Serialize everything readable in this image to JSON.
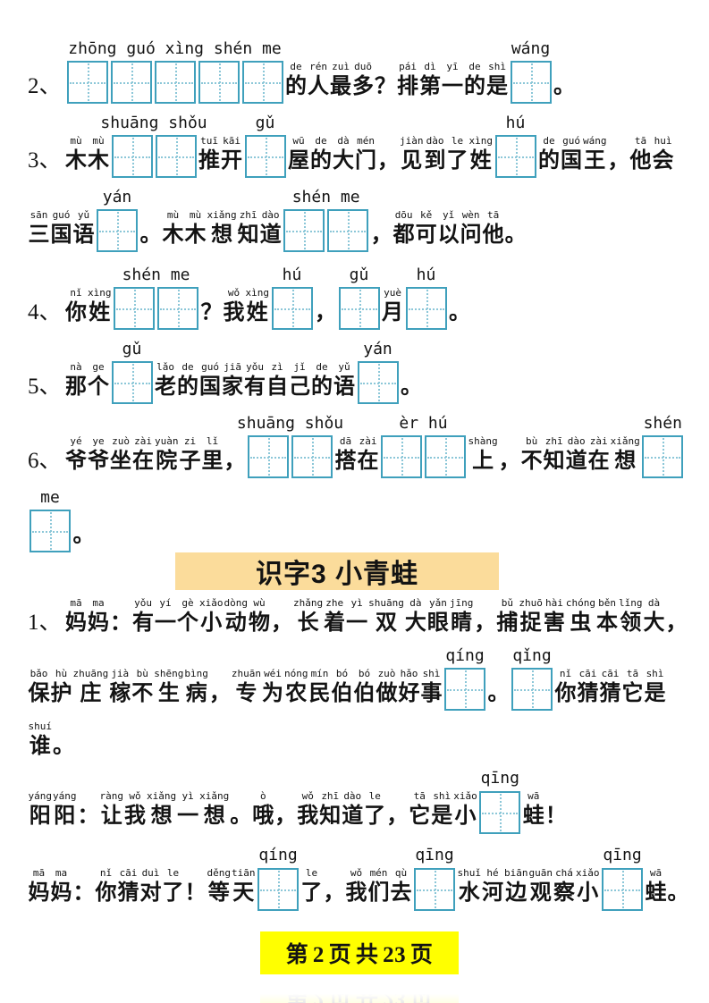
{
  "colors": {
    "box_border": "#3fa0bc",
    "box_dash": "#8cc7d8",
    "text": "#131313",
    "banner_bg": "#fbdc9b",
    "footer_bg": "#ffff00"
  },
  "banner": {
    "label": "识字3 小青蛙"
  },
  "footer": {
    "label": "第 2 页 共 23 页"
  },
  "punctuation": "，。？！：、；！（）",
  "sections": {
    "before_banner": [
      {
        "segments": [
          {
            "type": "num",
            "text": "2、"
          },
          {
            "type": "boxes",
            "count": 5,
            "pinyin": "zhōng guó xìng shén me"
          },
          {
            "type": "text",
            "text": "的人最多？排第一的是",
            "pinyin": "de rén zuì duō pái dì yī de shì"
          },
          {
            "type": "boxes",
            "count": 1,
            "pinyin": "wáng"
          },
          {
            "type": "text",
            "text": "。"
          }
        ]
      },
      {
        "segments": [
          {
            "type": "num",
            "text": "3、"
          },
          {
            "type": "text",
            "text": "木木",
            "pinyin": "mù mù"
          },
          {
            "type": "boxes",
            "count": 2,
            "pinyin": "shuāng shǒu"
          },
          {
            "type": "text",
            "text": "推开",
            "pinyin": "tuī kāi"
          },
          {
            "type": "boxes",
            "count": 1,
            "pinyin": "gǔ"
          },
          {
            "type": "text",
            "text": "屋的大门，见到了姓",
            "pinyin": "wū de dà mén jiàn dào le xìng"
          },
          {
            "type": "boxes",
            "count": 1,
            "pinyin": "hú"
          },
          {
            "type": "text",
            "text": "的国王，他会",
            "pinyin": "de guó wáng tā huì"
          }
        ]
      },
      {
        "segments": [
          {
            "type": "text",
            "text": "三国语",
            "pinyin": "sān guó yǔ"
          },
          {
            "type": "boxes",
            "count": 1,
            "pinyin": "yán"
          },
          {
            "type": "text",
            "text": "。"
          },
          {
            "type": "text",
            "text": "木木想知道",
            "pinyin": "mù mù xiǎng zhī dào"
          },
          {
            "type": "boxes",
            "count": 2,
            "pinyin": "shén me"
          },
          {
            "type": "text",
            "text": "，都可以问他。",
            "pinyin": "dōu kě yǐ wèn tā"
          }
        ]
      },
      {
        "segments": [
          {
            "type": "num",
            "text": "4、"
          },
          {
            "type": "text",
            "text": "你姓",
            "pinyin": "nǐ xìng"
          },
          {
            "type": "boxes",
            "count": 2,
            "pinyin": "shén me"
          },
          {
            "type": "text",
            "text": "？我姓",
            "pinyin": "wǒ xìng"
          },
          {
            "type": "boxes",
            "count": 1,
            "pinyin": "hú"
          },
          {
            "type": "text",
            "text": "，"
          },
          {
            "type": "boxes",
            "count": 1,
            "pinyin": "gǔ"
          },
          {
            "type": "text",
            "text": "月",
            "pinyin": "yuè"
          },
          {
            "type": "boxes",
            "count": 1,
            "pinyin": "hú"
          },
          {
            "type": "text",
            "text": "。"
          }
        ]
      },
      {
        "segments": [
          {
            "type": "num",
            "text": "5、"
          },
          {
            "type": "text",
            "text": "那个",
            "pinyin": "nà ge"
          },
          {
            "type": "boxes",
            "count": 1,
            "pinyin": "gǔ"
          },
          {
            "type": "text",
            "text": "老的国家有自己的语",
            "pinyin": "lǎo de guó jiā yǒu zì jǐ de yǔ"
          },
          {
            "type": "boxes",
            "count": 1,
            "pinyin": "yán"
          },
          {
            "type": "text",
            "text": "。"
          }
        ]
      },
      {
        "segments": [
          {
            "type": "num",
            "text": "6、"
          },
          {
            "type": "text",
            "text": "爷爷坐在院子里，",
            "pinyin": "yé ye zuò zài yuàn zi lǐ"
          },
          {
            "type": "boxes",
            "count": 2,
            "pinyin": "shuāng shǒu"
          },
          {
            "type": "text",
            "text": "搭在",
            "pinyin": "dā zài"
          },
          {
            "type": "boxes",
            "count": 2,
            "pinyin": "èr hú"
          },
          {
            "type": "text",
            "text": "上，不知道在想",
            "pinyin": "shàng bù zhī dào zài xiǎng"
          },
          {
            "type": "boxes",
            "count": 1,
            "pinyin": "shén"
          }
        ]
      },
      {
        "segments": [
          {
            "type": "boxes",
            "count": 1,
            "pinyin": "me"
          },
          {
            "type": "text",
            "text": "。"
          }
        ]
      }
    ],
    "after_banner": [
      {
        "segments": [
          {
            "type": "num",
            "text": "1、"
          },
          {
            "type": "text",
            "text": "妈妈：有一个小动物，长着一双大眼睛，捕捉害虫本领大，",
            "pinyin": "mā ma yǒu yí gè xiǎo dòng wù zhǎng zhe yì shuāng dà yǎn jīng bǔ zhuō hài chóng běn lǐng dà"
          }
        ]
      },
      {
        "segments": [
          {
            "type": "text",
            "text": "保护庄稼不生病，",
            "pinyin": "bǎo hù zhuāng jià bù shēng bìng"
          },
          {
            "type": "text",
            "text": "专为农民伯伯做好事",
            "pinyin": "zhuān wéi nóng mín bó bó zuò hǎo shì"
          },
          {
            "type": "boxes",
            "count": 1,
            "pinyin": "qíng"
          },
          {
            "type": "text",
            "text": "。"
          },
          {
            "type": "boxes",
            "count": 1,
            "pinyin": "qǐng"
          },
          {
            "type": "text",
            "text": "你猜猜它是",
            "pinyin": "nǐ cāi cāi tā shì"
          }
        ]
      },
      {
        "segments": [
          {
            "type": "text",
            "text": "谁。",
            "pinyin": "shuí"
          }
        ]
      },
      {
        "segments": [
          {
            "type": "text",
            "text": "阳阳：让我想一想。哦，我知道了，它是小",
            "pinyin": "yáng yáng ràng wǒ xiǎng yì xiǎng ò wǒ zhī dào le tā shì xiǎo"
          },
          {
            "type": "boxes",
            "count": 1,
            "pinyin": "qīng"
          },
          {
            "type": "text",
            "text": "蛙！",
            "pinyin": "wā"
          }
        ]
      },
      {
        "segments": [
          {
            "type": "text",
            "text": "妈妈：你猜对了！等天",
            "pinyin": "mā ma nǐ cāi duì le děng tiān"
          },
          {
            "type": "boxes",
            "count": 1,
            "pinyin": "qíng"
          },
          {
            "type": "text",
            "text": "了，",
            "pinyin": "le"
          },
          {
            "type": "text",
            "text": "我们去",
            "pinyin": "wǒ mén qù"
          },
          {
            "type": "boxes",
            "count": 1,
            "pinyin": "qīng"
          },
          {
            "type": "text",
            "text": "水河边观察小",
            "pinyin": "shuǐ hé biān guān chá xiǎo"
          },
          {
            "type": "boxes",
            "count": 1,
            "pinyin": "qīng"
          },
          {
            "type": "text",
            "text": "蛙。",
            "pinyin": "wā"
          }
        ]
      }
    ]
  }
}
